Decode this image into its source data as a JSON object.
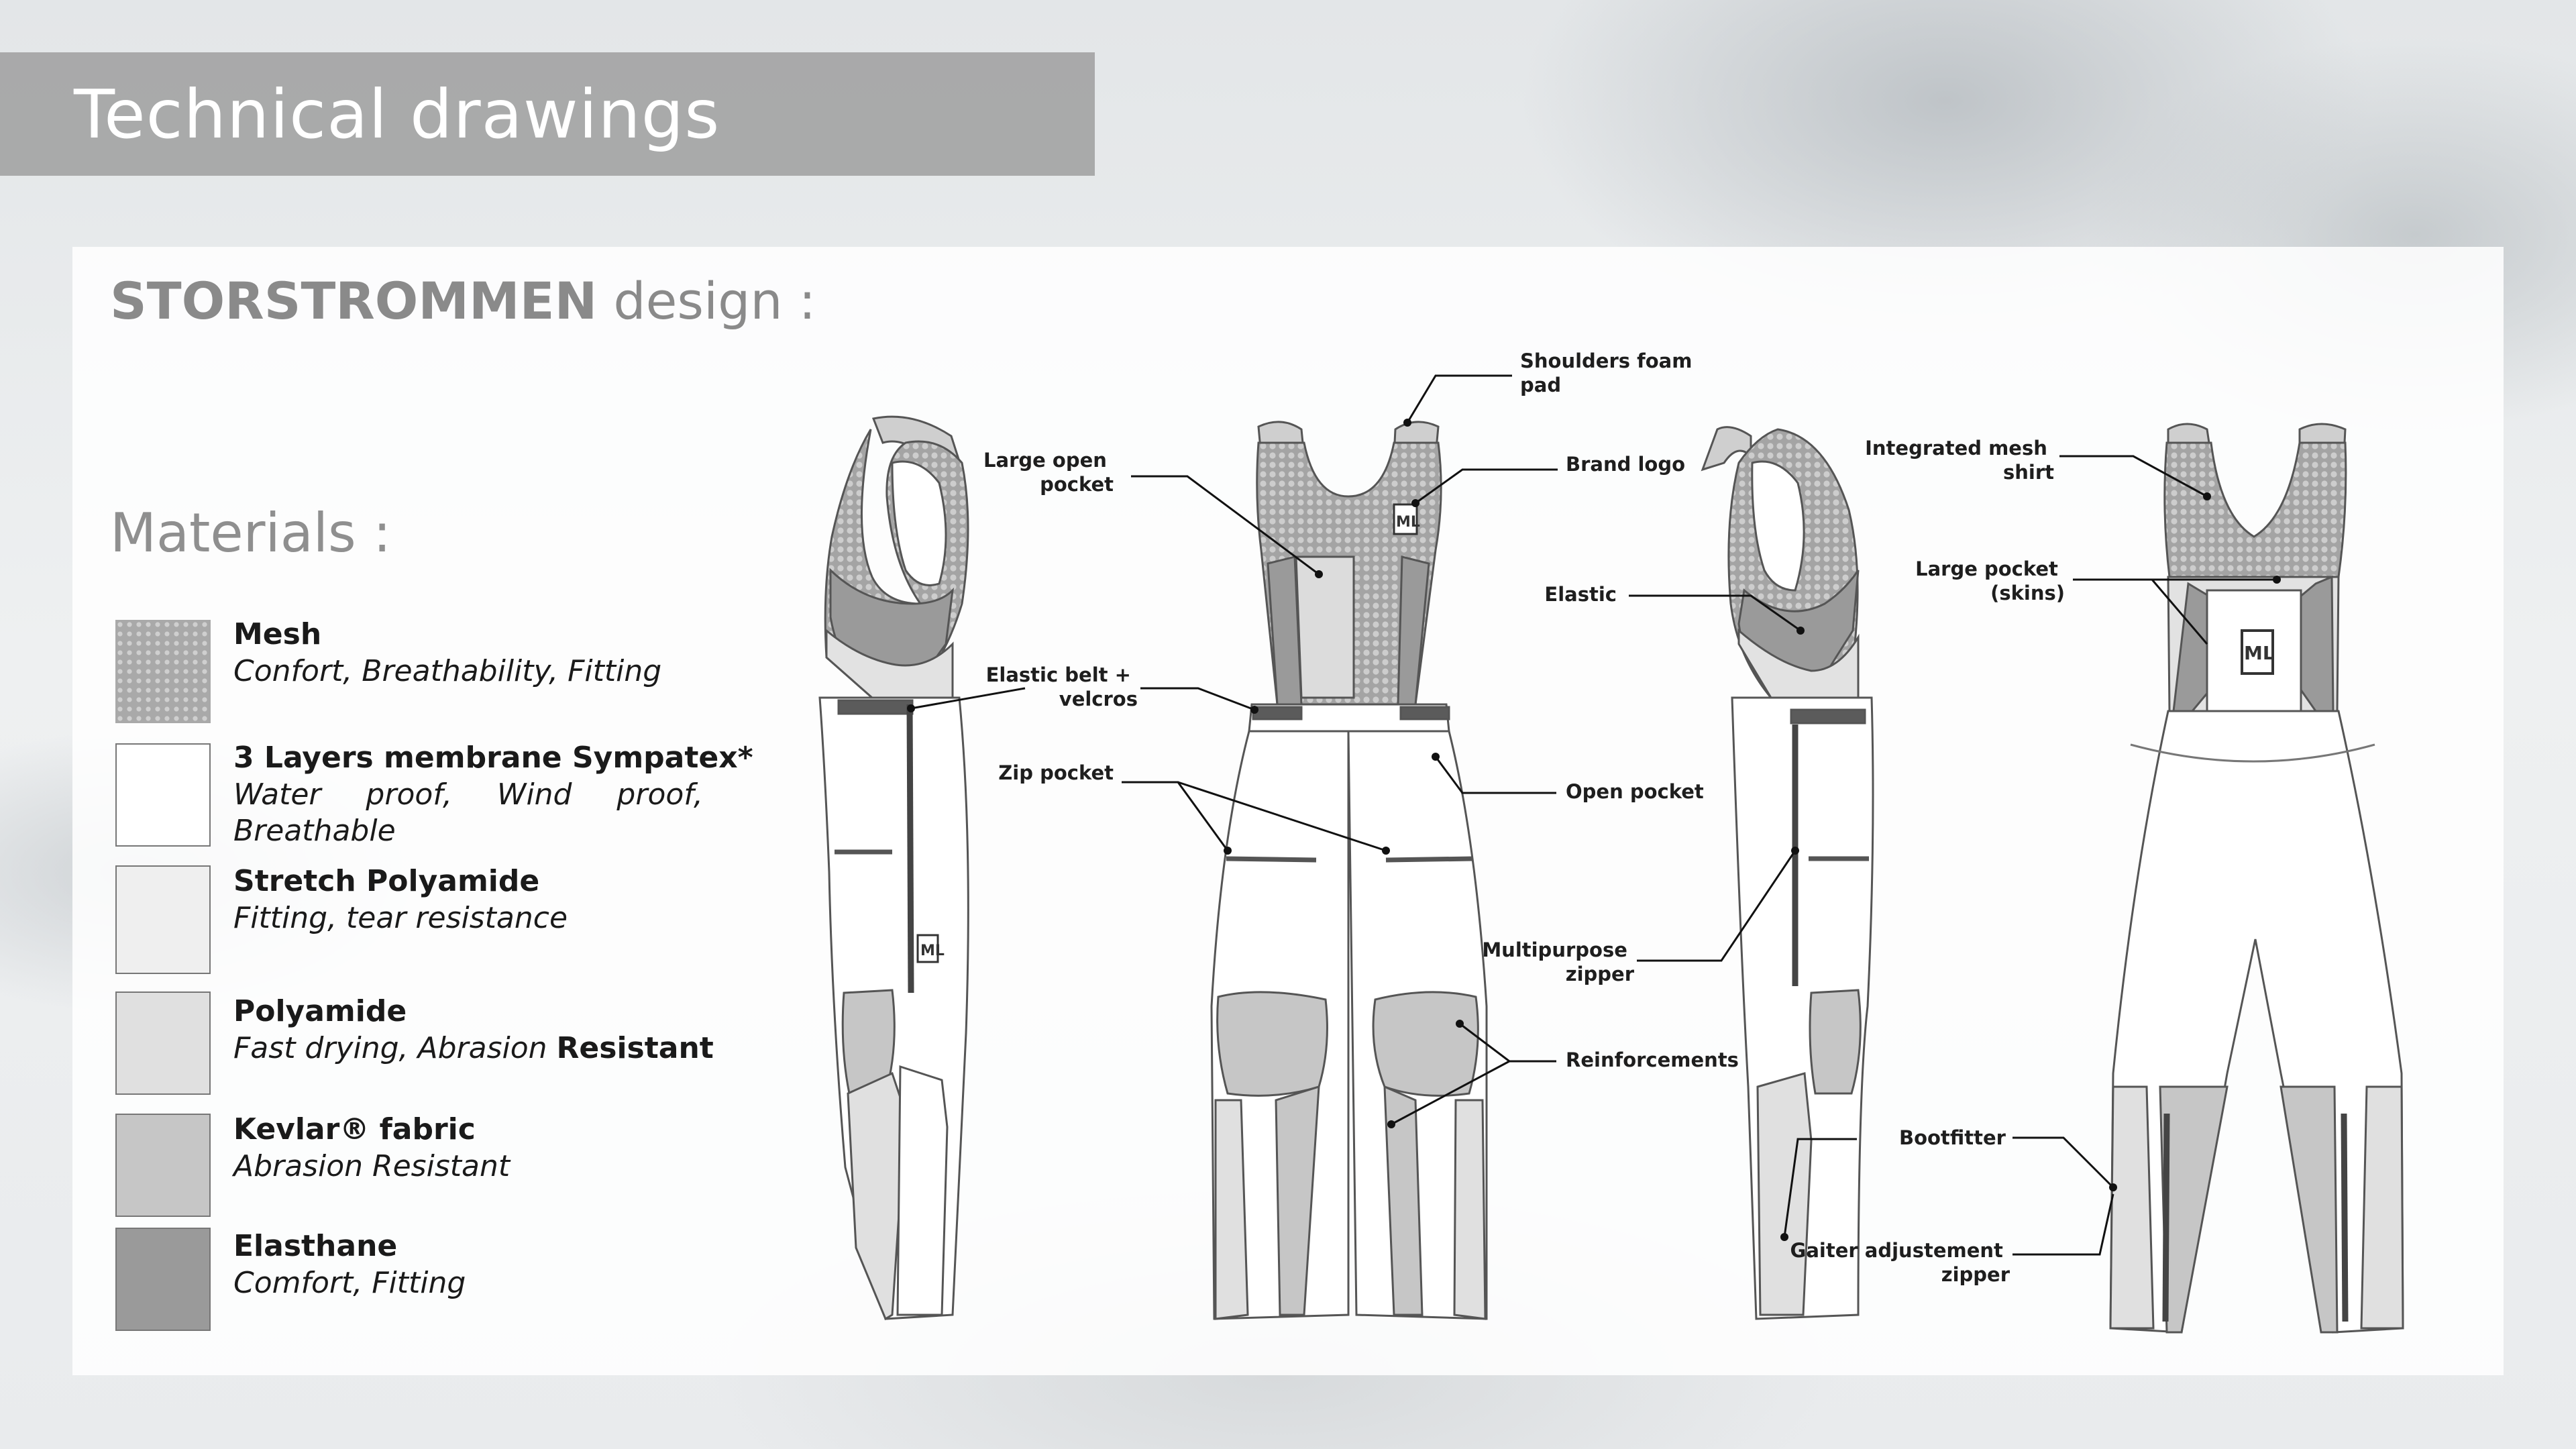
{
  "page": {
    "title": "Technical drawings",
    "design_name": "STORSTROMMEN",
    "design_suffix": " design :",
    "materials_heading": "Materials :"
  },
  "materials": [
    {
      "name": "Mesh",
      "desc": "Confort, Breathability, Fitting",
      "color": "#a9a9a9"
    },
    {
      "name": "3 Layers membrane Sympatex*",
      "desc": "Water proof, Wind proof, Breathable",
      "color": "#ffffff"
    },
    {
      "name": "Stretch Polyamide",
      "desc": "Fitting, tear resistance",
      "color": "#efefef"
    },
    {
      "name": "Polyamide",
      "desc_italic": "Fast drying, Abrasion ",
      "desc_bold": "Resistant",
      "color": "#e0e0e0"
    },
    {
      "name": "Kevlar® fabric",
      "desc": "Abrasion Resistant",
      "color": "#c6c6c6"
    },
    {
      "name": "Elasthane",
      "desc": "Comfort, Fitting",
      "color": "#9a9a9a"
    }
  ],
  "callouts": {
    "shoulders_foam_pad": [
      "Shoulders foam",
      "pad"
    ],
    "large_open_pocket": [
      "Large open",
      "pocket"
    ],
    "brand_logo": [
      "Brand logo"
    ],
    "elastic": [
      "Elastic"
    ],
    "elastic_belt": [
      "Elastic belt +",
      "velcros"
    ],
    "zip_pocket": [
      "Zip pocket"
    ],
    "open_pocket": [
      "Open pocket"
    ],
    "multipurpose_zipper": [
      "Multipurpose",
      "zipper"
    ],
    "reinforcements": [
      "Reinforcements"
    ],
    "integrated_mesh_shirt": [
      "Integrated mesh",
      "shirt"
    ],
    "large_pocket_skins": [
      "Large pocket",
      "(skins)"
    ],
    "bootfitter": [
      "Bootfitter"
    ],
    "gaiter_zipper": [
      "Gaiter adjustement",
      "zipper"
    ]
  },
  "colors": {
    "mesh": "#a9a9a9",
    "membrane": "#ffffff",
    "stretch_polyamide": "#efefef",
    "polyamide": "#e0e0e0",
    "kevlar": "#c6c6c6",
    "elasthane": "#9a9a9a",
    "outline": "#555555"
  },
  "icons": [
    "hex-mesh-pattern",
    "brand-logo-icon",
    "zipper-icon"
  ]
}
